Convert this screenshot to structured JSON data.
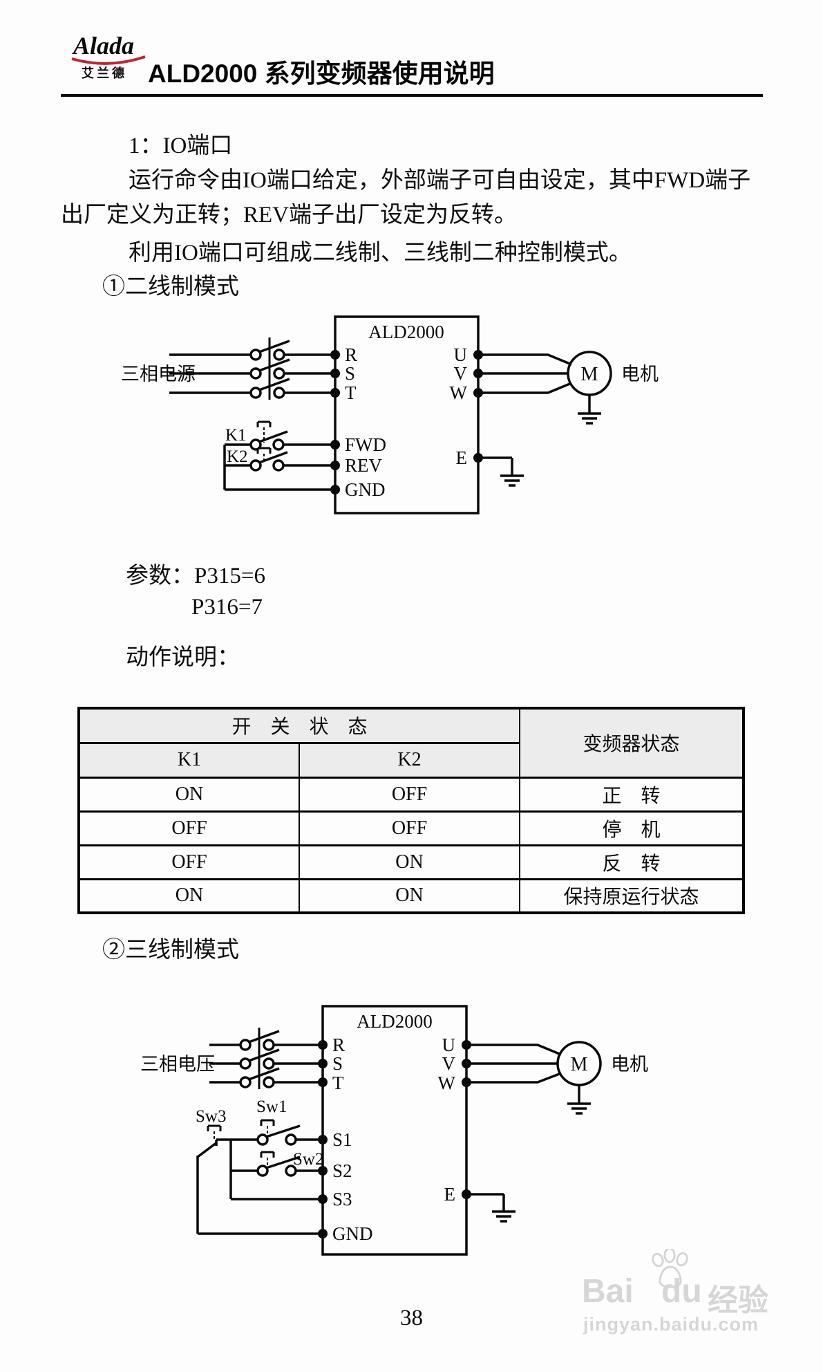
{
  "header": {
    "logo_main": "Alada",
    "logo_sub": "艾兰德",
    "title": "ALD2000 系列变频器使用说明"
  },
  "content": {
    "section1_title": "1：IO端口",
    "para1_line1": "运行命令由IO端口给定，外部端子可自由设定，其中FWD端子",
    "para1_line2": "出厂定义为正转；REV端子出厂设定为反转。",
    "para2": "利用IO端口可组成二线制、三线制二种控制模式。",
    "mode1_title": "①二线制模式",
    "params_line1": "参数：P315=6",
    "params_line2": "P316=7",
    "action_label": "动作说明：",
    "mode2_title": "②三线制模式"
  },
  "diagram1": {
    "box_title": "ALD2000",
    "source_label": "三相电源",
    "input_terminals": [
      "R",
      "S",
      "T"
    ],
    "output_terminals": [
      "U",
      "V",
      "W"
    ],
    "control_terminals": [
      "FWD",
      "REV",
      "GND"
    ],
    "earth_terminal": "E",
    "switch1": "K1",
    "switch2": "K2",
    "motor_symbol": "M",
    "motor_label": "电机"
  },
  "diagram2": {
    "box_title": "ALD2000",
    "source_label": "三相电压",
    "input_terminals": [
      "R",
      "S",
      "T"
    ],
    "output_terminals": [
      "U",
      "V",
      "W"
    ],
    "control_terminals": [
      "S1",
      "S2",
      "S3",
      "GND"
    ],
    "earth_terminal": "E",
    "switch1": "Sw1",
    "switch2": "Sw2",
    "switch3": "Sw3",
    "motor_symbol": "M",
    "motor_label": "电机"
  },
  "table": {
    "header_group": "开　关　状　态",
    "header_right": "变频器状态",
    "col1": "K1",
    "col2": "K2",
    "rows": [
      {
        "k1": "ON",
        "k2": "OFF",
        "state": "正　转"
      },
      {
        "k1": "OFF",
        "k2": "OFF",
        "state": "停　机"
      },
      {
        "k1": "OFF",
        "k2": "ON",
        "state": "反　转"
      },
      {
        "k1": "ON",
        "k2": "ON",
        "state": "保持原运行状态"
      }
    ]
  },
  "watermark": {
    "part1": "Bai",
    "part2": "du",
    "suffix": "经验",
    "url": "jingyan.baidu.com"
  },
  "footer": {
    "page_number": "38"
  },
  "colors": {
    "logo-red": "#c4242b",
    "logo-blue": "#27489a",
    "watermark-gray": "#d6d6d6",
    "table-header-bg": "#ececec",
    "ink": "#0a0a0a"
  }
}
